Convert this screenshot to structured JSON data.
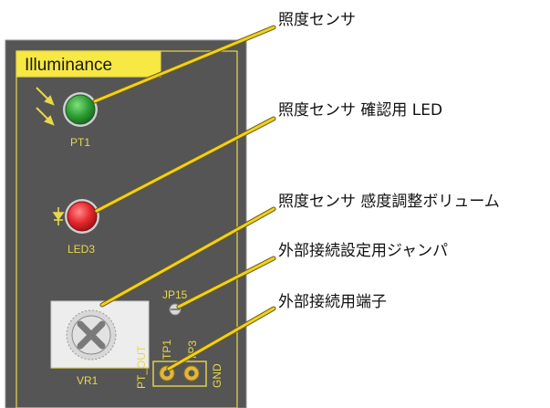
{
  "board": {
    "title": "Illuminance",
    "pt1_label": "PT1",
    "led3_label": "LED3",
    "vr1_label": "VR1",
    "jp15_label": "JP15",
    "pt_out_label": "PT_OUT",
    "tp1_label": "TP1",
    "tp3_label": "TP3",
    "gnd_label": "GND"
  },
  "callouts": {
    "sensor": "照度センサ",
    "check_led": "照度センサ 確認用 LED",
    "volume": "照度センサ 感度調整ボリューム",
    "jumper": "外部接続設定用ジャンパ",
    "terminal": "外部接続用端子"
  },
  "colors": {
    "board": "#555555",
    "silkscreen": "#e8d84a",
    "title_bg": "#f7e843",
    "sensor_green": "#3aa83a",
    "led_red": "#e8282c",
    "leader_line": "#f0d020"
  }
}
